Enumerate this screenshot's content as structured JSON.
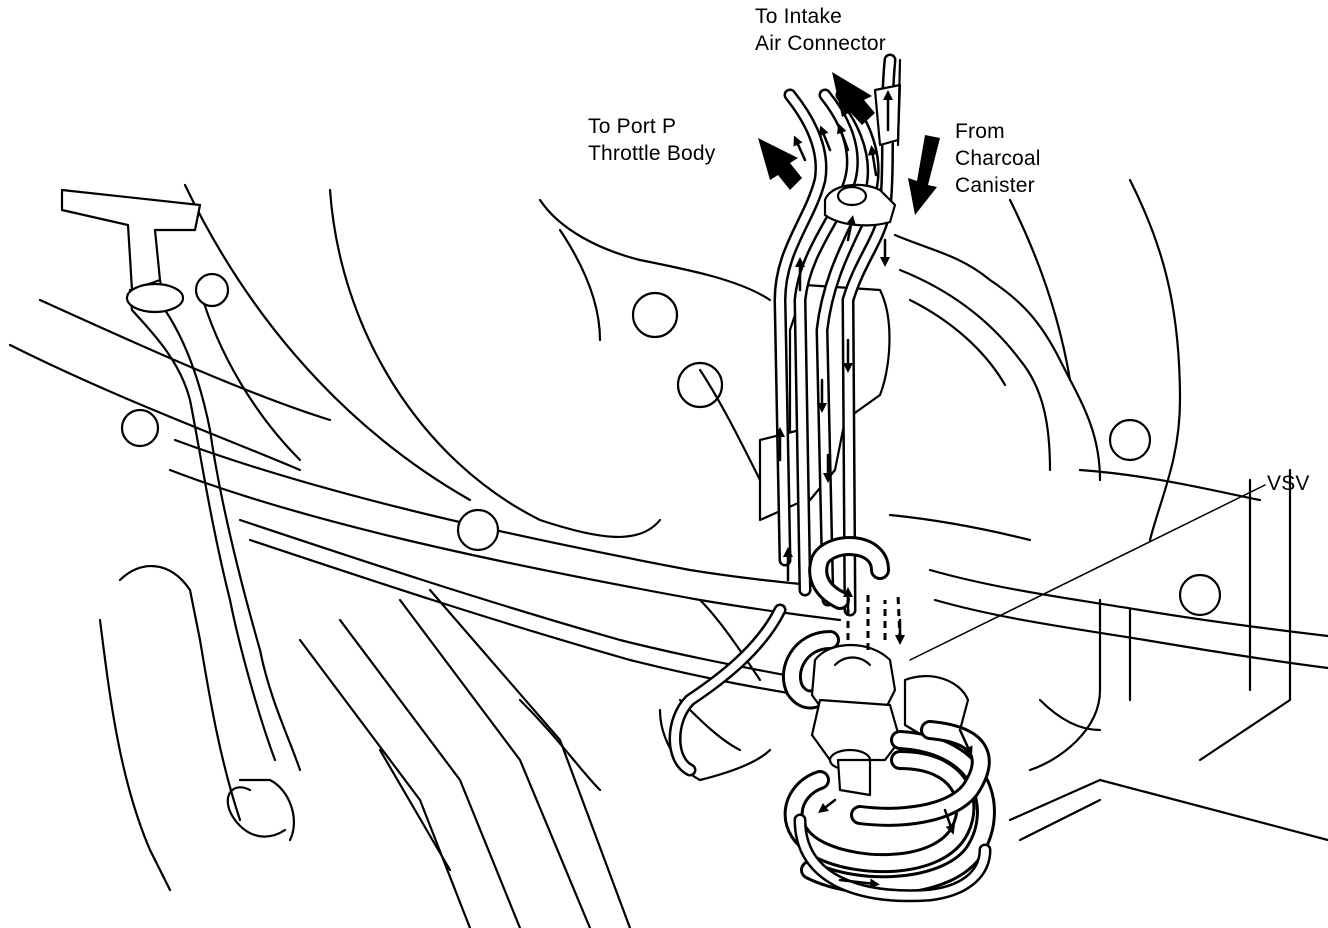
{
  "labels": {
    "intake_line1": "To Intake",
    "intake_line2": "Air Connector",
    "port_line1": "To Port P",
    "port_line2": "Throttle Body",
    "canister_line1": "From",
    "canister_line2": "Charcoal",
    "canister_line3": "Canister",
    "vsv": "VSV"
  },
  "colors": {
    "ink": "#000000",
    "paper": "#ffffff"
  }
}
